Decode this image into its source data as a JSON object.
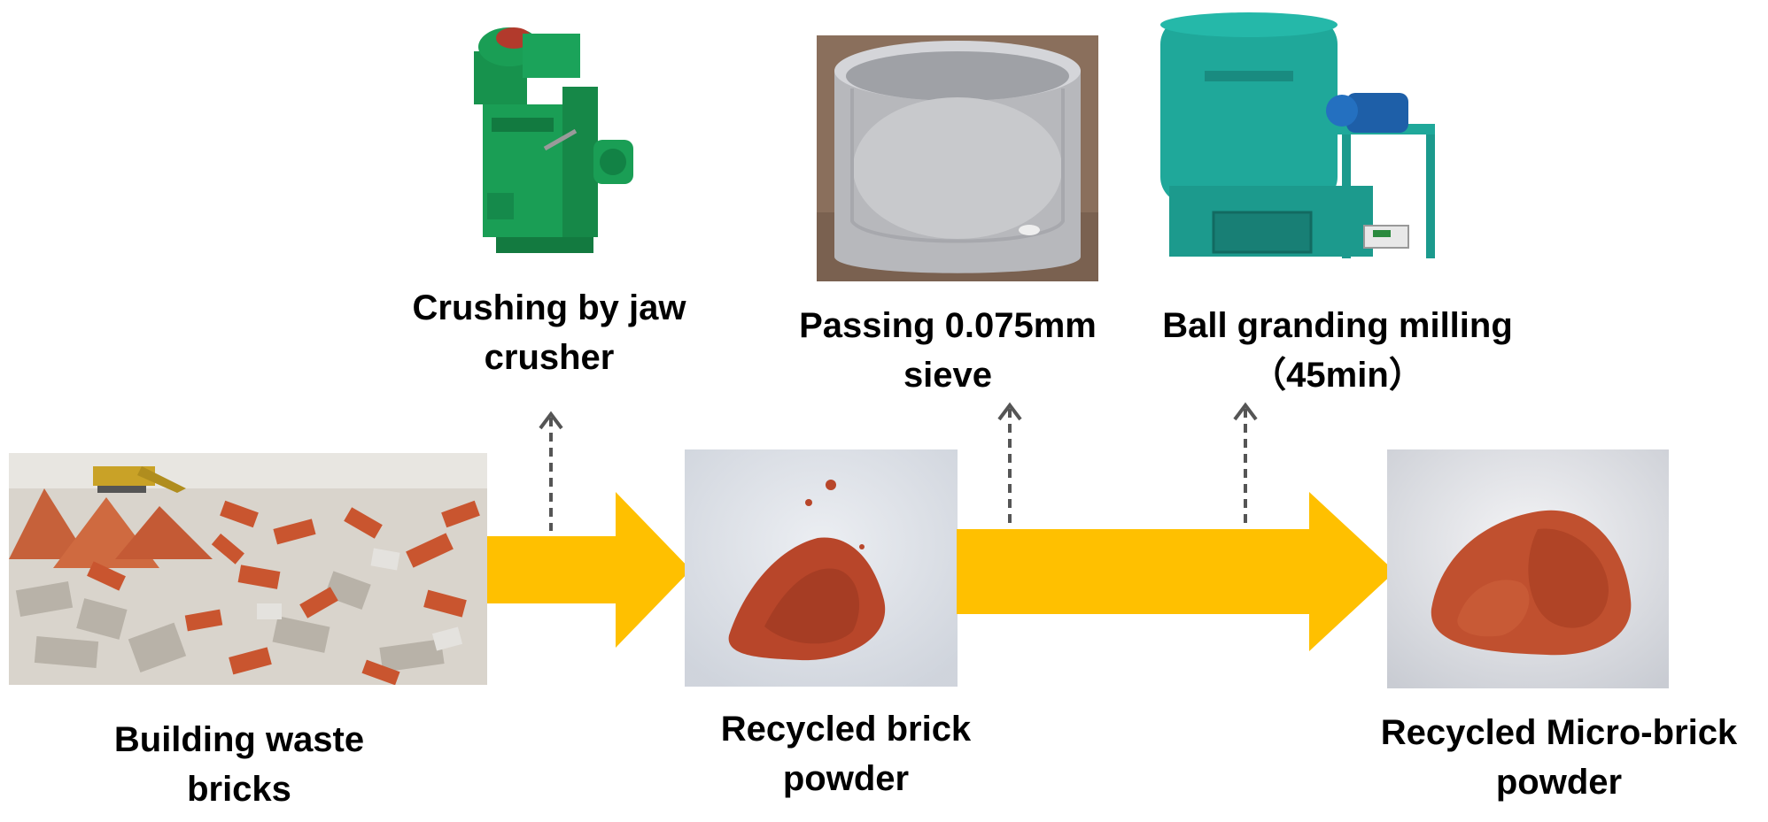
{
  "title": "",
  "stages": {
    "waste": {
      "line1": "Building waste",
      "line2": "bricks"
    },
    "crush": {
      "line1": "Crushing by jaw",
      "line2": "crusher"
    },
    "powder": {
      "line1": "Recycled brick",
      "line2": "powder"
    },
    "sieve": {
      "line1": "Passing 0.075mm",
      "line2": "sieve"
    },
    "mill": {
      "line1": "Ball granding milling",
      "line2": "（45min）"
    },
    "micro": {
      "line1": "Recycled Micro-brick",
      "line2": "powder"
    }
  },
  "colors": {
    "arrow": "#ffc000",
    "crusher_green": "#1a9e55",
    "mill_teal": "#1fa89a",
    "brick_red": "#c0502f",
    "powder_red": "#b8462a"
  },
  "icons": [
    "jaw-crusher",
    "sieve",
    "ball-mill",
    "up-arrow"
  ]
}
